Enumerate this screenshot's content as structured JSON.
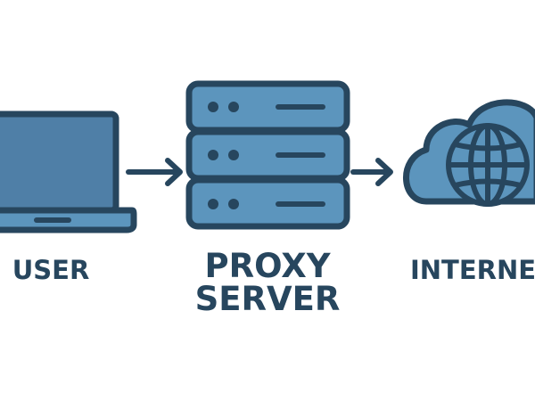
{
  "nodes": {
    "user": {
      "label": "USER",
      "icon": "laptop-icon"
    },
    "proxy": {
      "label_line1": "PROXY",
      "label_line2": "SERVER",
      "icon": "server-stack-icon"
    },
    "internet": {
      "label": "INTERNE",
      "icon": "cloud-globe-icon"
    }
  },
  "edges": [
    {
      "from": "user",
      "to": "proxy",
      "icon": "arrow-right-icon"
    },
    {
      "from": "proxy",
      "to": "internet",
      "icon": "arrow-right-icon"
    }
  ],
  "colors": {
    "outline": "#27465e",
    "fill": "#5c95bd",
    "screen": "#4f7fa7",
    "background": "#ffffff"
  }
}
